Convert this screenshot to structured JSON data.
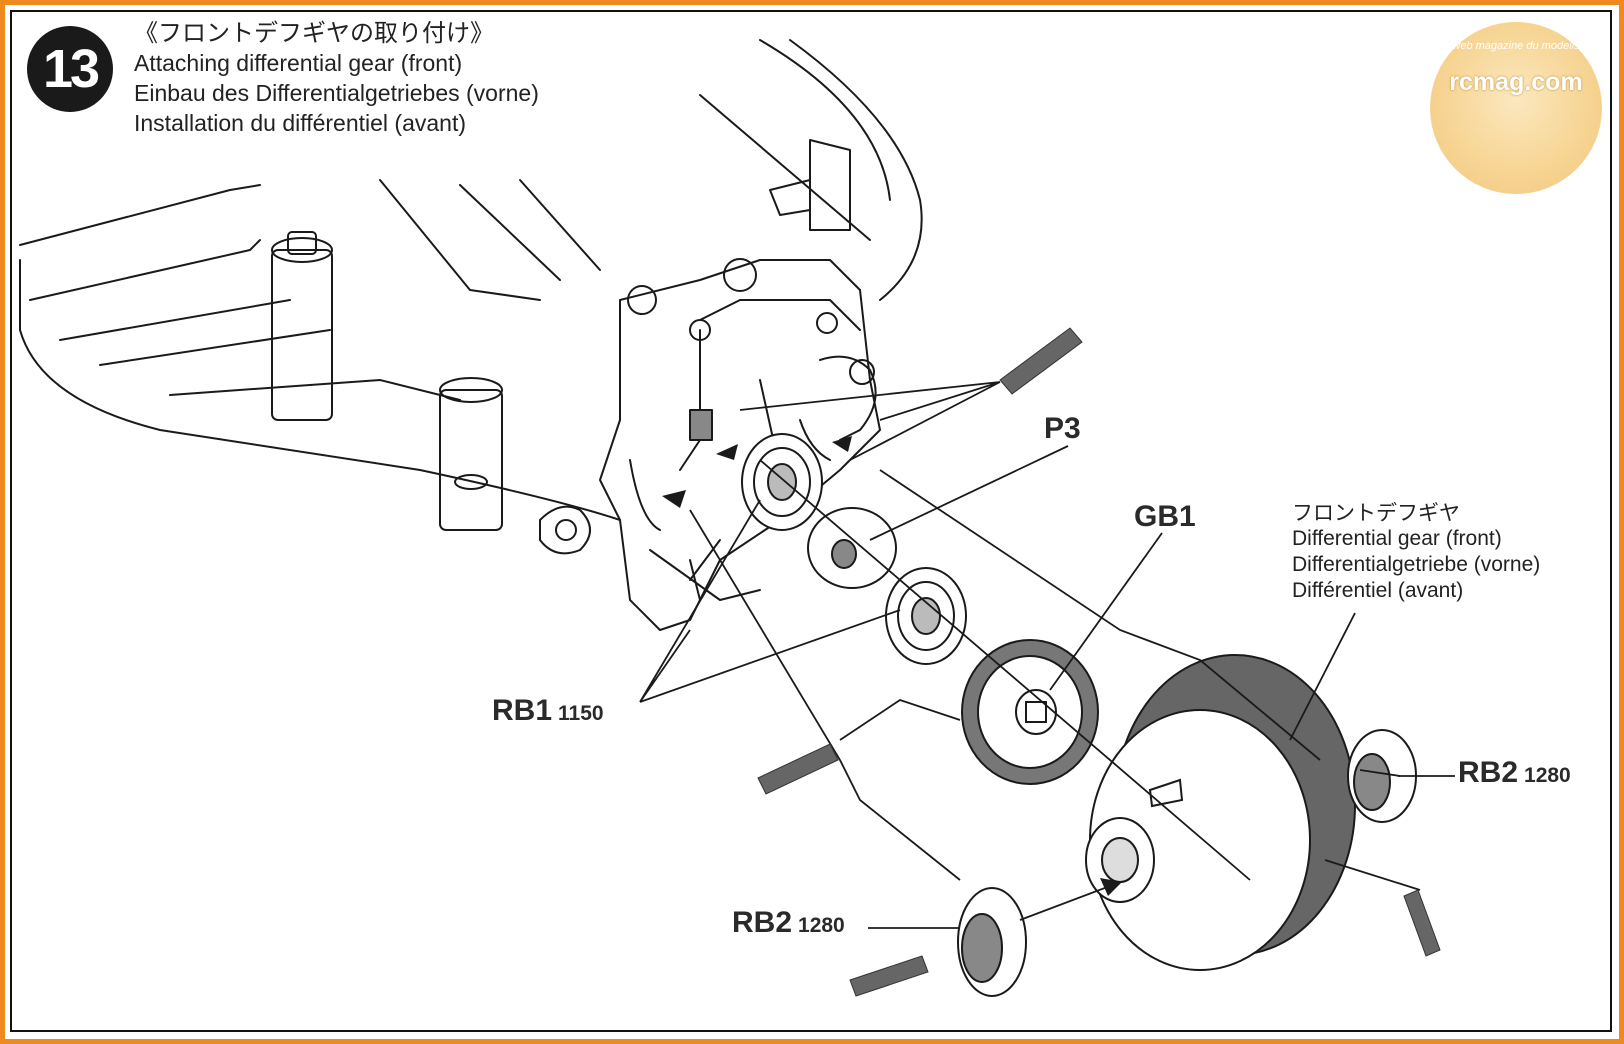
{
  "step": {
    "number": "13",
    "title_jp": "《フロントデフギヤの取り付け》",
    "title_en": "Attaching differential gear (front)",
    "title_de": "Einbau des Differentialgetriebes (vorne)",
    "title_fr": "Installation du différentiel (avant)"
  },
  "parts": {
    "p3": "P3",
    "gb1": "GB1",
    "rb1": {
      "name": "RB1",
      "code": "1150"
    },
    "rb2_right": {
      "name": "RB2",
      "code": "1280"
    },
    "rb2_left": {
      "name": "RB2",
      "code": "1280"
    }
  },
  "callout": {
    "jp": "フロントデフギヤ",
    "en": "Differential gear (front)",
    "de": "Differentialgetriebe (vorne)",
    "fr": "Différentiel (avant)"
  },
  "watermark": {
    "brand": "rcmag.com",
    "tagline": "Le web magazine du modelisme"
  },
  "colors": {
    "frame": "#ef8a1e",
    "line": "#1a1a1a",
    "grease": "#555555"
  }
}
